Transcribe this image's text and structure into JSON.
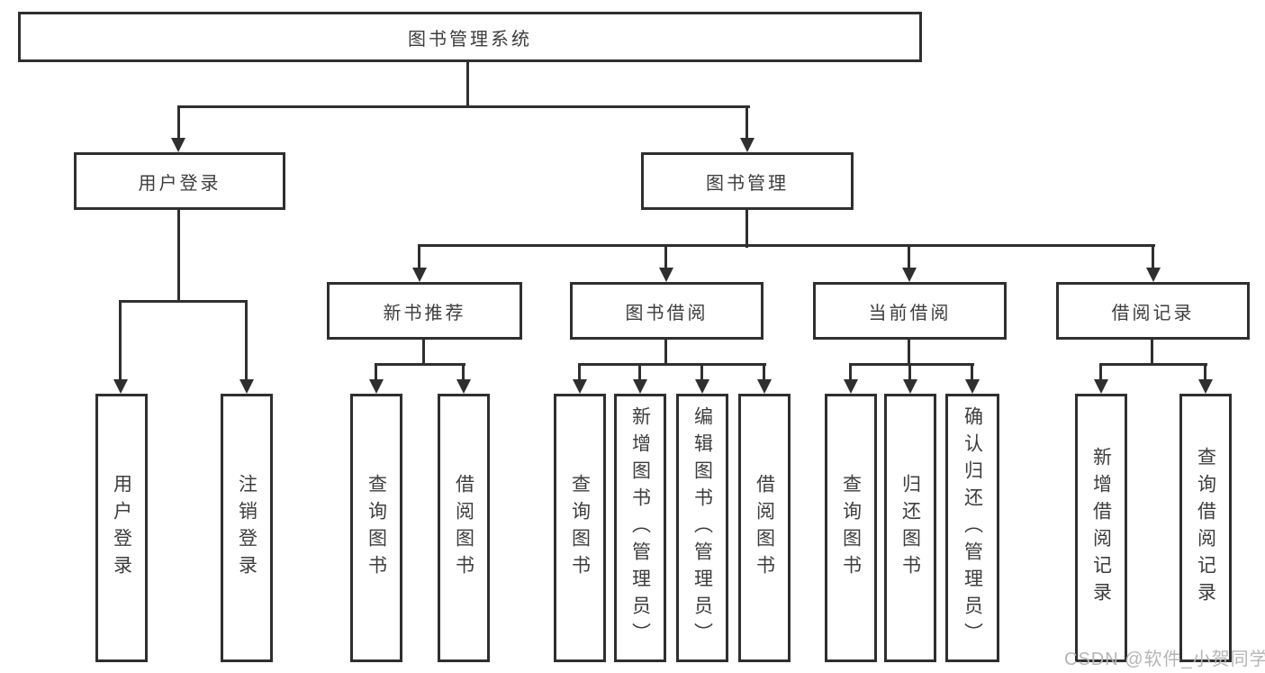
{
  "diagram": {
    "title": "图书管理系统",
    "root": {
      "label": "图书管理系统"
    },
    "level2": [
      {
        "id": "user-login",
        "label": "用户登录"
      },
      {
        "id": "book-management",
        "label": "图书管理"
      }
    ],
    "level3": [
      {
        "id": "new-book-recommend",
        "label": "新书推荐",
        "parent": "图书管理"
      },
      {
        "id": "book-borrow",
        "label": "图书借阅",
        "parent": "图书管理"
      },
      {
        "id": "current-borrow",
        "label": "当前借阅",
        "parent": "图书管理"
      },
      {
        "id": "borrow-records",
        "label": "借阅记录",
        "parent": "图书管理"
      }
    ],
    "leaves": {
      "user_login": [
        {
          "label": "用户登录"
        },
        {
          "label": "注销登录"
        }
      ],
      "new_book_recommend": [
        {
          "label": "查询图书"
        },
        {
          "label": "借阅图书"
        }
      ],
      "book_borrow": [
        {
          "label": "查询图书"
        },
        {
          "label": "新增图书（管理员）"
        },
        {
          "label": "编辑图书（管理员）"
        },
        {
          "label": "借阅图书"
        }
      ],
      "current_borrow": [
        {
          "label": "查询图书"
        },
        {
          "label": "归还图书"
        },
        {
          "label": "确认归还（管理员）"
        }
      ],
      "borrow_records": [
        {
          "label": "新增借阅记录"
        },
        {
          "label": "查询借阅记录"
        }
      ]
    }
  },
  "watermark": {
    "text": "CSDN @软件_小贺同学",
    "color": "#b5b5b5"
  },
  "colors": {
    "line": "#2f2f2f",
    "text": "#3d3d3d",
    "background": "#ffffff"
  }
}
